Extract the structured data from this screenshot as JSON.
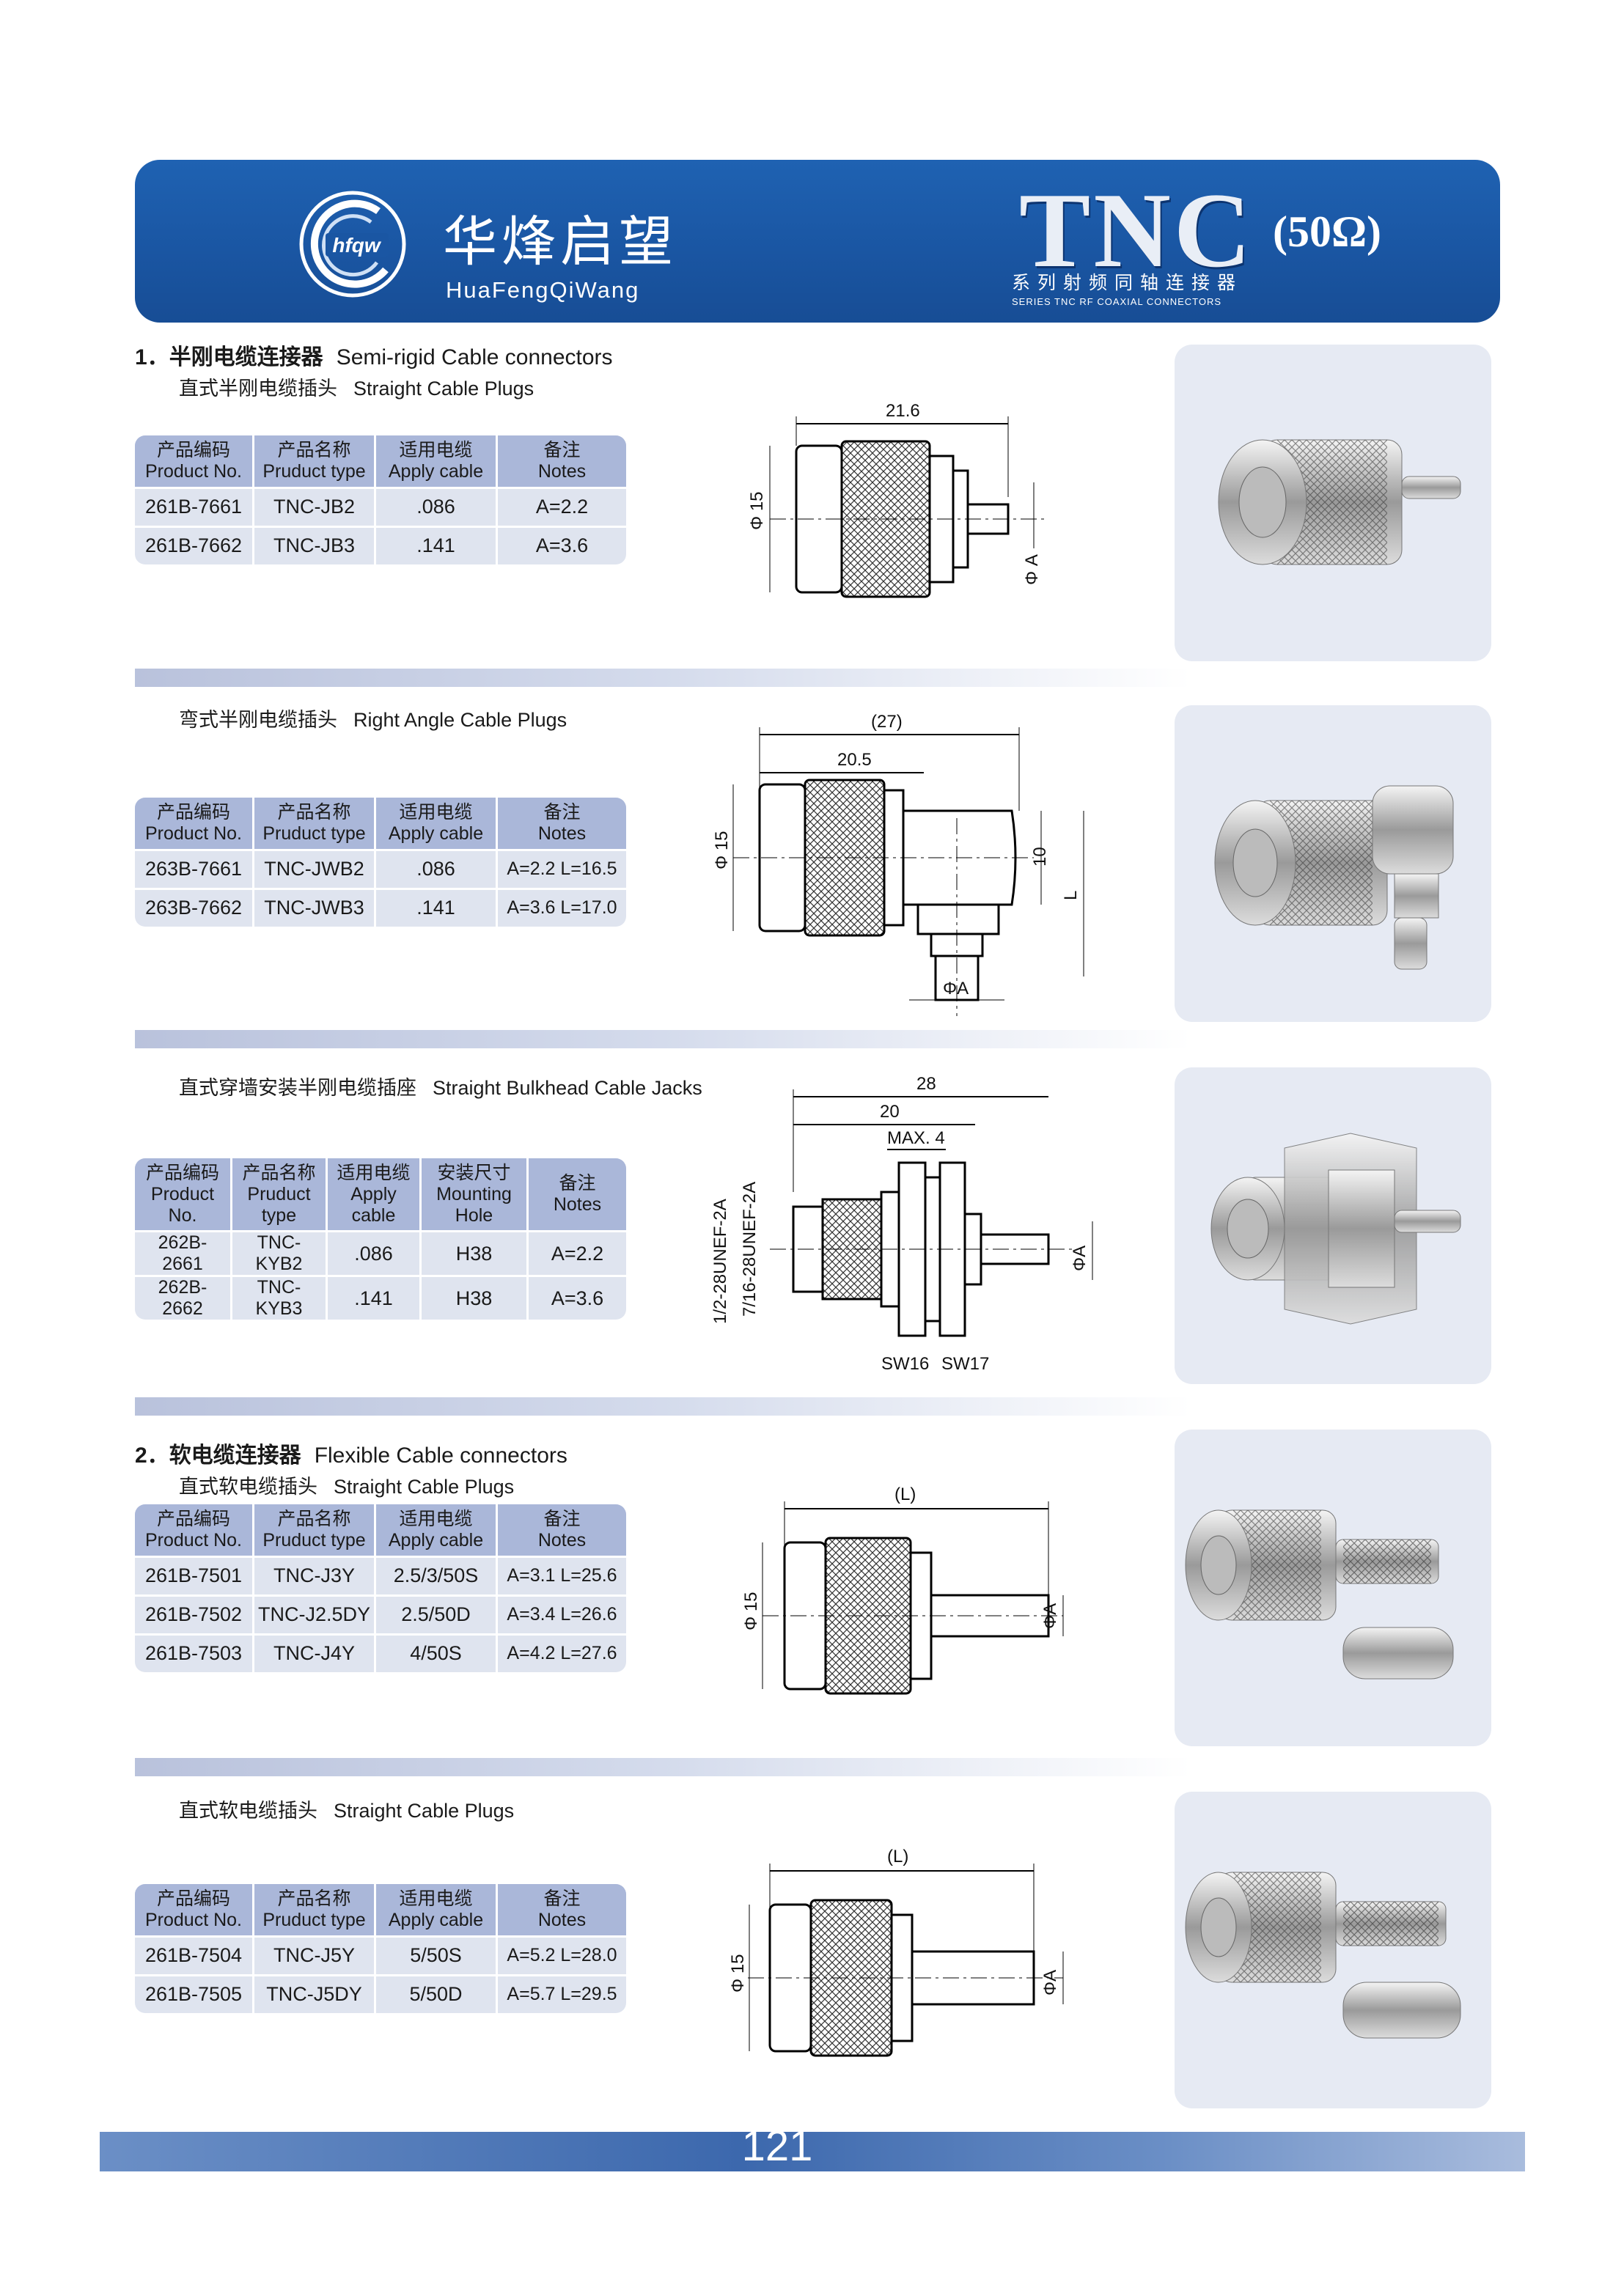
{
  "header": {
    "brand_cn": "华烽启望",
    "brand_en": "HuaFengQiWang",
    "logo_text": "hfqw",
    "title": "TNC",
    "impedance": "(50Ω)",
    "series_cn": "系列射频同轴连接器",
    "series_en": "SERIES TNC RF COAXIAL CONNECTORS"
  },
  "columns4": [
    {
      "cn": "产品编码",
      "en": "Product No."
    },
    {
      "cn": "产品名称",
      "en": "Pruduct type"
    },
    {
      "cn": "适用电缆",
      "en": "Apply cable"
    },
    {
      "cn": "备注",
      "en": "Notes"
    }
  ],
  "columns5": [
    {
      "cn": "产品编码",
      "en": "Product No."
    },
    {
      "cn": "产品名称",
      "en": "Pruduct type"
    },
    {
      "cn": "适用电缆",
      "en": "Apply cable"
    },
    {
      "cn": "安装尺寸",
      "en": "Mounting Hole"
    },
    {
      "cn": "备注",
      "en": "Notes"
    }
  ],
  "section1": {
    "num": "1．",
    "cn": "半刚电缆连接器",
    "en": "Semi-rigid Cable connectors"
  },
  "section2": {
    "num": "2．",
    "cn": "软电缆连接器",
    "en": "Flexible Cable connectors"
  },
  "groups": [
    {
      "cn": "直式半刚电缆插头",
      "en": "Straight Cable Plugs",
      "rows": [
        [
          "261B-7661",
          "TNC-JB2",
          ".086",
          "A=2.2"
        ],
        [
          "261B-7662",
          "TNC-JB3",
          ".141",
          "A=3.6"
        ]
      ],
      "dims": {
        "length": "21.6",
        "dia": "Φ 15",
        "pin": "Φ A"
      }
    },
    {
      "cn": "弯式半刚电缆插头",
      "en": "Right Angle Cable Plugs",
      "rows": [
        [
          "263B-7661",
          "TNC-JWB2",
          ".086",
          "A=2.2 L=16.5"
        ],
        [
          "263B-7662",
          "TNC-JWB3",
          ".141",
          "A=3.6 L=17.0"
        ]
      ],
      "dims": {
        "overall": "(27)",
        "length": "20.5",
        "dia": "Φ 15",
        "height": "10",
        "l": "L",
        "pin": "ΦA"
      }
    },
    {
      "cn": "直式穿墙安装半刚电缆插座",
      "en": "Straight Bulkhead Cable Jacks",
      "rows": [
        [
          "262B-2661",
          "TNC-KYB2",
          ".086",
          "H38",
          "A=2.2"
        ],
        [
          "262B-2662",
          "TNC-KYB3",
          ".141",
          "H38",
          "A=3.6"
        ]
      ],
      "dims": {
        "overall": "28",
        "length": "20",
        "max": "MAX. 4",
        "thread1": "1/2-28UNEF-2A",
        "thread2": "7/16-28UNEF-2A",
        "pin": "ΦA",
        "sw1": "SW16",
        "sw2": "SW17"
      }
    },
    {
      "cn": "直式软电缆插头",
      "en": "Straight Cable Plugs",
      "rows": [
        [
          "261B-7501",
          "TNC-J3Y",
          "2.5/3/50S",
          "A=3.1 L=25.6"
        ],
        [
          "261B-7502",
          "TNC-J2.5DY",
          "2.5/50D",
          "A=3.4 L=26.6"
        ],
        [
          "261B-7503",
          "TNC-J4Y",
          "4/50S",
          "A=4.2 L=27.6"
        ]
      ],
      "dims": {
        "length": "(L)",
        "dia": "Φ 15",
        "pin": "ΦA"
      }
    },
    {
      "cn": "直式软电缆插头",
      "en": "Straight Cable Plugs",
      "rows": [
        [
          "261B-7504",
          "TNC-J5Y",
          "5/50S",
          "A=5.2 L=28.0"
        ],
        [
          "261B-7505",
          "TNC-J5DY",
          "5/50D",
          "A=5.7 L=29.5"
        ]
      ],
      "dims": {
        "length": "(L)",
        "dia": "Φ 15",
        "pin": "ΦA"
      }
    }
  ],
  "page_number": "121",
  "colors": {
    "banner": "#1a56a3",
    "table_header": "#aab7d9",
    "table_body": "#dfe4ef",
    "photo_bg": "#e6eaf3"
  }
}
